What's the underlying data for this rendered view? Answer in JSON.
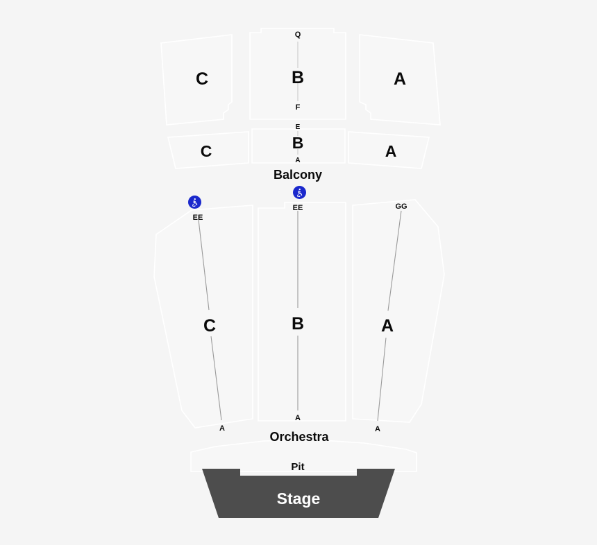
{
  "venue": {
    "background_color": "#f5f5f5",
    "section_fill": "#f7f7f7",
    "section_stroke": "#ffffff",
    "stage_color": "#4d4d4d",
    "accessible_badge_color": "#1a28cc",
    "text_color": "#0a0a0a"
  },
  "areas": {
    "balcony_label": "Balcony",
    "orchestra_label": "Orchestra",
    "pit_label": "Pit",
    "stage_label": "Stage"
  },
  "balcony": {
    "upper_row": [
      {
        "name": "C",
        "letter": "C"
      },
      {
        "name": "B",
        "letter": "B",
        "row_top": "Q",
        "row_bottom": "F"
      },
      {
        "name": "A",
        "letter": "A"
      }
    ],
    "lower_row": [
      {
        "name": "C",
        "letter": "C"
      },
      {
        "name": "B",
        "letter": "B",
        "row_top": "E",
        "row_bottom": "A"
      },
      {
        "name": "A",
        "letter": "A"
      }
    ]
  },
  "orchestra": {
    "sections": [
      {
        "name": "C",
        "letter": "C",
        "row_top": "EE",
        "row_bottom": "A",
        "accessible": true
      },
      {
        "name": "B",
        "letter": "B",
        "row_top": "EE",
        "row_bottom": "A",
        "accessible": true
      },
      {
        "name": "A",
        "letter": "A",
        "row_top": "GG",
        "row_bottom": "A",
        "accessible": false
      }
    ]
  },
  "icons": {
    "accessible": "wheelchair-icon"
  }
}
